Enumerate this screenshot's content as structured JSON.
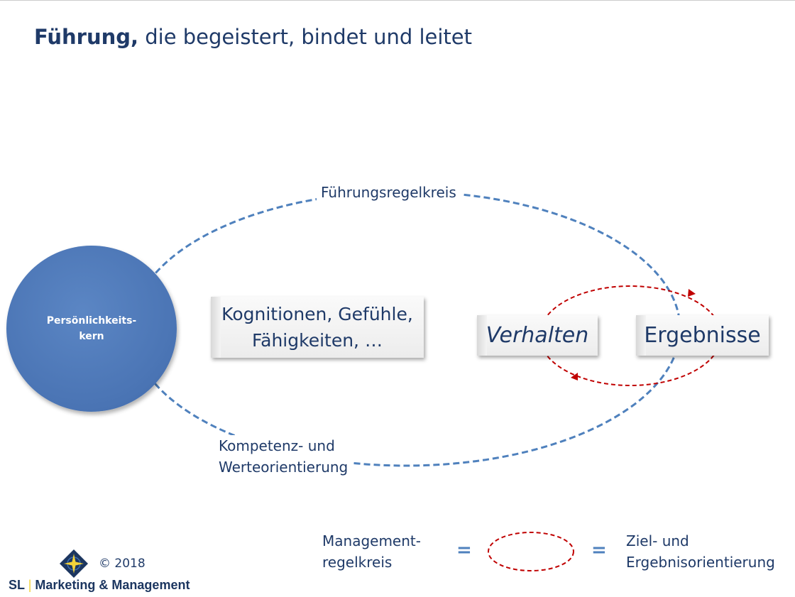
{
  "title": {
    "bold": "Führung,",
    "rest": " die begeistert, bindet und leitet"
  },
  "circle": {
    "line1": "Persönlichkeits-",
    "line2": "kern"
  },
  "labels": {
    "fuehrungsregelkreis": "Führungsregelkreis",
    "kompetenz_line1": "Kompetenz- und",
    "kompetenz_line2": "Werteorientierung"
  },
  "boxes": {
    "kognitionen_line1": "Kognitionen, Gefühle,",
    "kognitionen_line2": "Fähigkeiten, …",
    "verhalten": "Verhalten",
    "ergebnisse": "Ergebnisse"
  },
  "legend": {
    "management_line1": "Management-",
    "management_line2": "regelkreis",
    "equals": "=",
    "ziel_line1": "Ziel- und",
    "ziel_line2": "Ergebnisorientierung"
  },
  "footer": {
    "copyright": "© 2018",
    "brand_sl": "SL",
    "brand_sep": "|",
    "brand_name": "Marketing & Management"
  },
  "colors": {
    "blue_loop": "#4f81bd",
    "red_loop": "#c00000",
    "text": "#1f3a68"
  }
}
